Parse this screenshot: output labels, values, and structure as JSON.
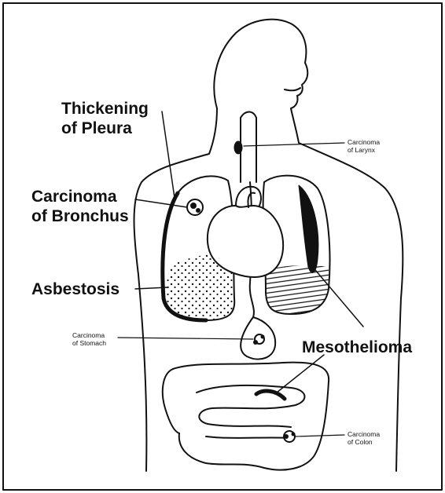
{
  "labels": {
    "thickening_pleura": [
      "Thickening",
      "of Pleura"
    ],
    "carcinoma_bronchus": [
      "Carcinoma",
      "of Bronchus"
    ],
    "asbestosis": "Asbestosis",
    "mesothelioma": "Mesothelioma",
    "carcinoma_larynx": [
      "Carcinoma",
      "of Larynx"
    ],
    "carcinoma_stomach": [
      "Carcinoma",
      "of Stomach"
    ],
    "carcinoma_colon": [
      "Carcinoma",
      "of Colon"
    ]
  },
  "colors": {
    "ink": "#111111",
    "background": "#ffffff"
  }
}
